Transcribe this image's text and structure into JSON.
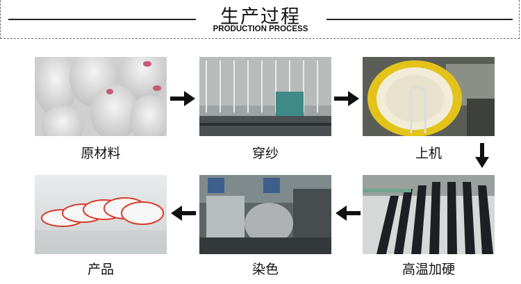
{
  "header": {
    "title": "生产过程",
    "subtitle": "PRODUCTION PROCESS"
  },
  "steps": [
    {
      "label": "原材料",
      "image": "raw-material-yarn-spools-photo"
    },
    {
      "label": "穿纱",
      "image": "threading-yarn-machine-photo"
    },
    {
      "label": "上机",
      "image": "loom-setup-yellow-reel-photo"
    },
    {
      "label": "高温加硬",
      "image": "high-temperature-hardening-photo"
    },
    {
      "label": "染色",
      "image": "dyeing-machine-photo"
    },
    {
      "label": "产品",
      "image": "finished-tape-rolls-photo"
    }
  ],
  "arrows": [
    "arrow-right-icon",
    "arrow-right-icon",
    "arrow-down-icon",
    "arrow-left-icon",
    "arrow-left-icon"
  ]
}
